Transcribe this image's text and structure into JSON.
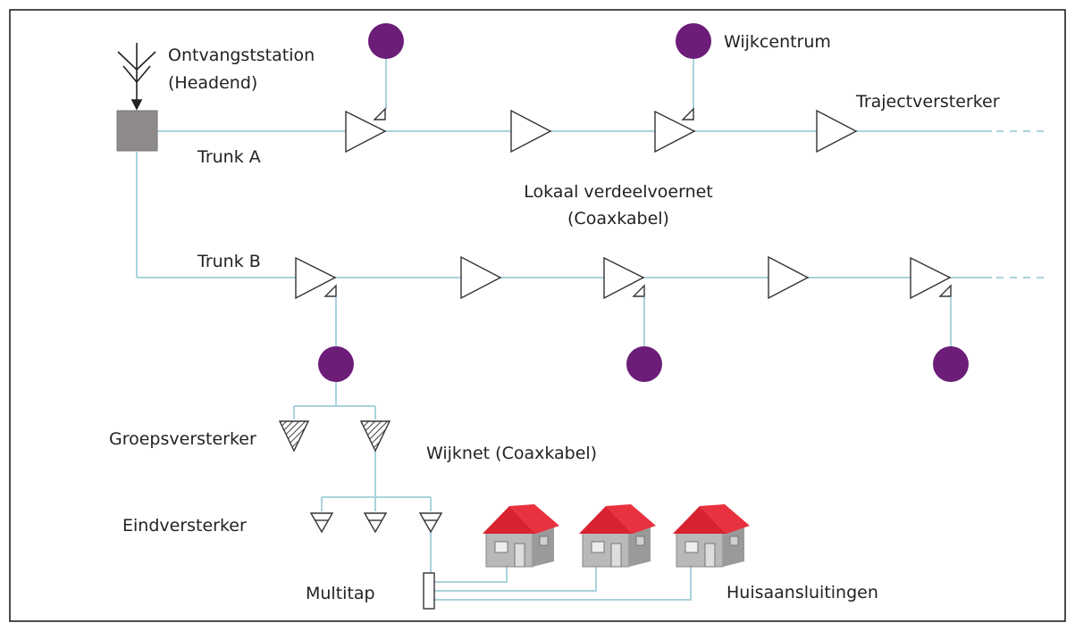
{
  "labels": {
    "headend_line1": "Ontvangststation",
    "headend_line2": "(Headend)",
    "trunk_a": "Trunk A",
    "trunk_b": "Trunk B",
    "wijkcentrum": "Wijkcentrum",
    "trajectversterker": "Trajectversterker",
    "lokaal_line1": "Lokaal verdeelvoernet",
    "lokaal_line2": "(Coaxkabel)",
    "groepsversterker": "Groepsversterker",
    "wijknet": "Wijknet (Coaxkabel)",
    "eindversterker": "Eindversterker",
    "multitap": "Multitap",
    "huisaansluitingen": "Huisaansluitingen"
  },
  "colors": {
    "cable": "#a9d3dc",
    "node": "#6b1d78",
    "headend": "#8f8f8f",
    "roof": "#e01e2b",
    "wall": "#b3b3b3",
    "outline": "#444444"
  }
}
